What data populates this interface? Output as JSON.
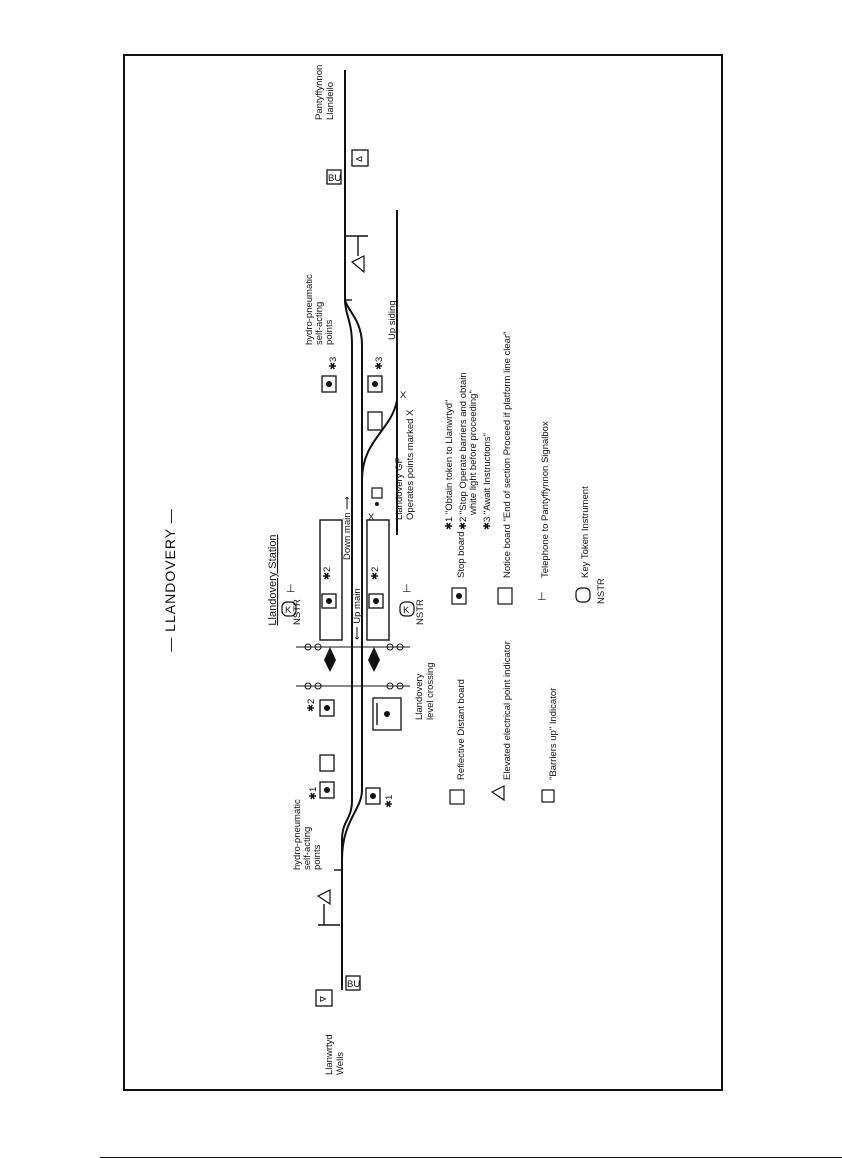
{
  "title": "LLANDOVERY",
  "ends": {
    "left": [
      "Llanwrtyd",
      "Wells"
    ],
    "right": [
      "Pantyffynnon",
      "Llandeilo"
    ]
  },
  "labels": {
    "station": "Llandovery Station",
    "down_main": "Down main",
    "up_main": "Up main",
    "up_siding": "Up siding",
    "level_crossing": [
      "Llandovery",
      "level crossing"
    ],
    "gf": [
      "Llandovery GF",
      "Operates points marked X"
    ],
    "hp_left": [
      "hydro-pneumatic",
      "self-acting",
      "points"
    ],
    "hp_right": [
      "hydro-pneumatic",
      "self-acting",
      "points"
    ],
    "nstr": "NSTR",
    "k": "K",
    "bu": "BU",
    "x": "X",
    "n1": "✱1",
    "n2": "✱2",
    "n3": "✱3"
  },
  "legend": {
    "distant": "Reflective Distant board",
    "epi": "Elevated electrical point indicator",
    "barriers": "\"Barriers up\" Indicator",
    "stop": "Stop board",
    "n1": "✱1 \"Obtain token to Llanwrtyd\"",
    "n2a": "✱2 \"Stop Operate barriers and obtain",
    "n2b": "white light before proceeding\"",
    "n3": "✱3 \"Await Instructions\"",
    "notice": "Notice board \"End of section Proceed if platform line clear\"",
    "telephone": "Telephone to Pantyffynnon Signalbox",
    "key_token": "Key Token Instrument"
  }
}
